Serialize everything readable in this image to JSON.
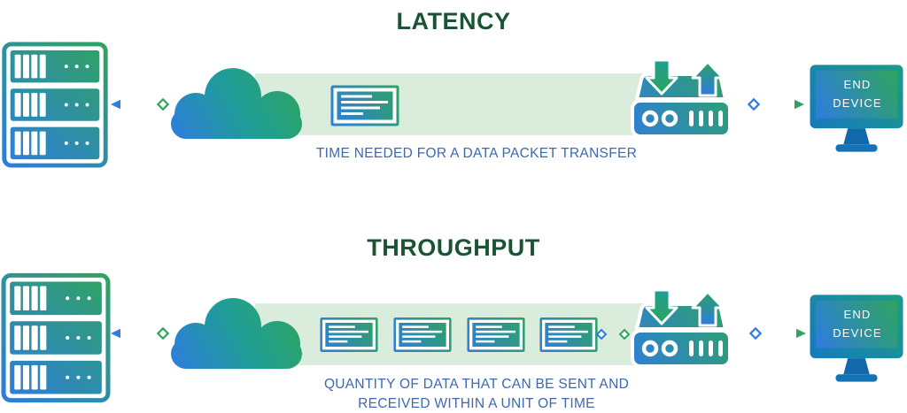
{
  "colors": {
    "title-green": "#1b5433",
    "caption-blue": "#3e68b0",
    "band-green": "#daeddd",
    "accent-blue": "#2e7ce0",
    "accent-green": "#2fa45f",
    "accent-teal": "#1f9e93",
    "monitor-frame-blue": "#1474c6",
    "monitor-frame-teal": "#1e9c85",
    "monitor-stand-blue": "#1368ab"
  },
  "latency": {
    "title": "LATENCY",
    "caption": "TIME NEEDED FOR A DATA PACKET TRANSFER",
    "end_device": "END DEVICE",
    "packet_count": 1
  },
  "throughput": {
    "title": "THROUGHPUT",
    "caption_line1": "QUANTITY OF DATA THAT CAN BE SENT AND",
    "caption_line2": "RECEIVED WITHIN A UNIT OF TIME",
    "end_device": "END DEVICE",
    "packet_count": 4
  },
  "icons": {
    "server": "server-rack",
    "cloud": "network-cloud",
    "packet": "data-packet",
    "router": "modem-router-with-updown-arrows",
    "monitor": "end-device-monitor",
    "arrow_left": "dashed-arrow-pointing-left",
    "arrow_right": "dashed-arrow-pointing-right",
    "connector": "dashed-diamond-connector"
  }
}
